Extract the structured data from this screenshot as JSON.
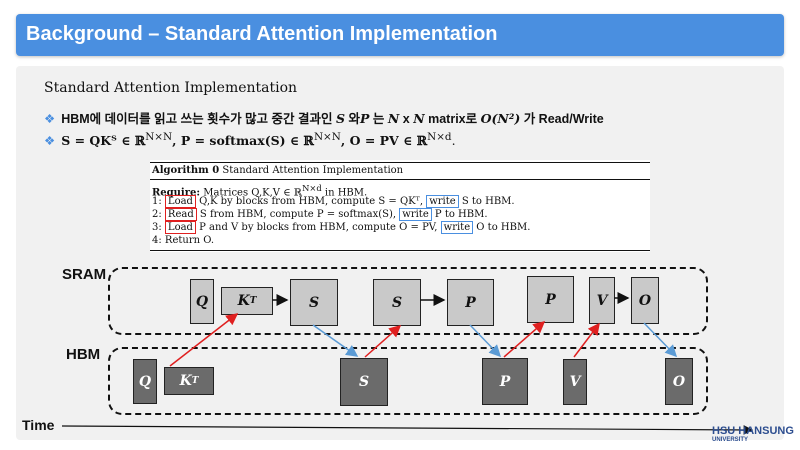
{
  "header": {
    "title": "Background – Standard Attention Implementation"
  },
  "subtitle": "Standard Attention Implementation",
  "bullets": {
    "b1": {
      "t1": "HBM에 데이터를 읽고 쓰는 횟수가 많고 중간 결과인 ",
      "v1": "S",
      "t2": " 와",
      "v2": "P",
      "t3": " 는 ",
      "v3": "N",
      "t4": " x ",
      "v4": "N",
      "t5": " matrix로 ",
      "v5": "O(N²)",
      "t6": " 가 Read/Write"
    },
    "b2": {
      "e1": "S = QKᵀ ∈ ℝ",
      "e1sup": "N×N",
      "e2": ",     P = softmax(S) ∈ ℝ",
      "e2sup": "N×N",
      "e3": ",     O = PV ∈ ℝ",
      "e3sup": "N×d",
      "e3end": "."
    }
  },
  "algorithm": {
    "label": "Algorithm 0",
    "name": " Standard Attention Implementation",
    "require_label": "Require:",
    "require_text": " Matrices Q,K,V ∈ ℝ",
    "require_sup": "N×d",
    "require_end": " in HBM.",
    "line1": {
      "num": "1:",
      "a": "Load",
      "b": " Q,K by blocks from HBM, compute S = QKᵀ, ",
      "c": "write",
      "d": " S to HBM."
    },
    "line2": {
      "num": "2:",
      "a": "Read",
      "b": " S from HBM, compute P = softmax(S), ",
      "c": "write",
      "d": " P to HBM."
    },
    "line3": {
      "num": "3:",
      "a": "Load",
      "b": " P and V by blocks from HBM, compute O = PV, ",
      "c": "write",
      "d": " O to HBM."
    },
    "line4": {
      "num": "4:",
      "b": " Return O."
    }
  },
  "diagram": {
    "sram_label": "SRAM",
    "hbm_label": "HBM",
    "time_label": "Time",
    "sram_boxes": {
      "q": "Q",
      "kt": "K",
      "kt_sup": "T",
      "s1": "S",
      "s2": "S",
      "p1": "P",
      "p2": "P",
      "v": "V",
      "o": "O"
    },
    "hbm_boxes": {
      "q": "Q",
      "kt": "K",
      "kt_sup": "T",
      "s": "S",
      "p": "P",
      "v": "V",
      "o": "O"
    },
    "colors": {
      "load_arrow": "#e02020",
      "write_arrow": "#5b9bd5",
      "light_box": "#c9c9c9",
      "dark_box": "#6b6b6b"
    }
  },
  "logo": {
    "main": "HSU HANSUNG",
    "sub": "UNIVERSITY"
  }
}
